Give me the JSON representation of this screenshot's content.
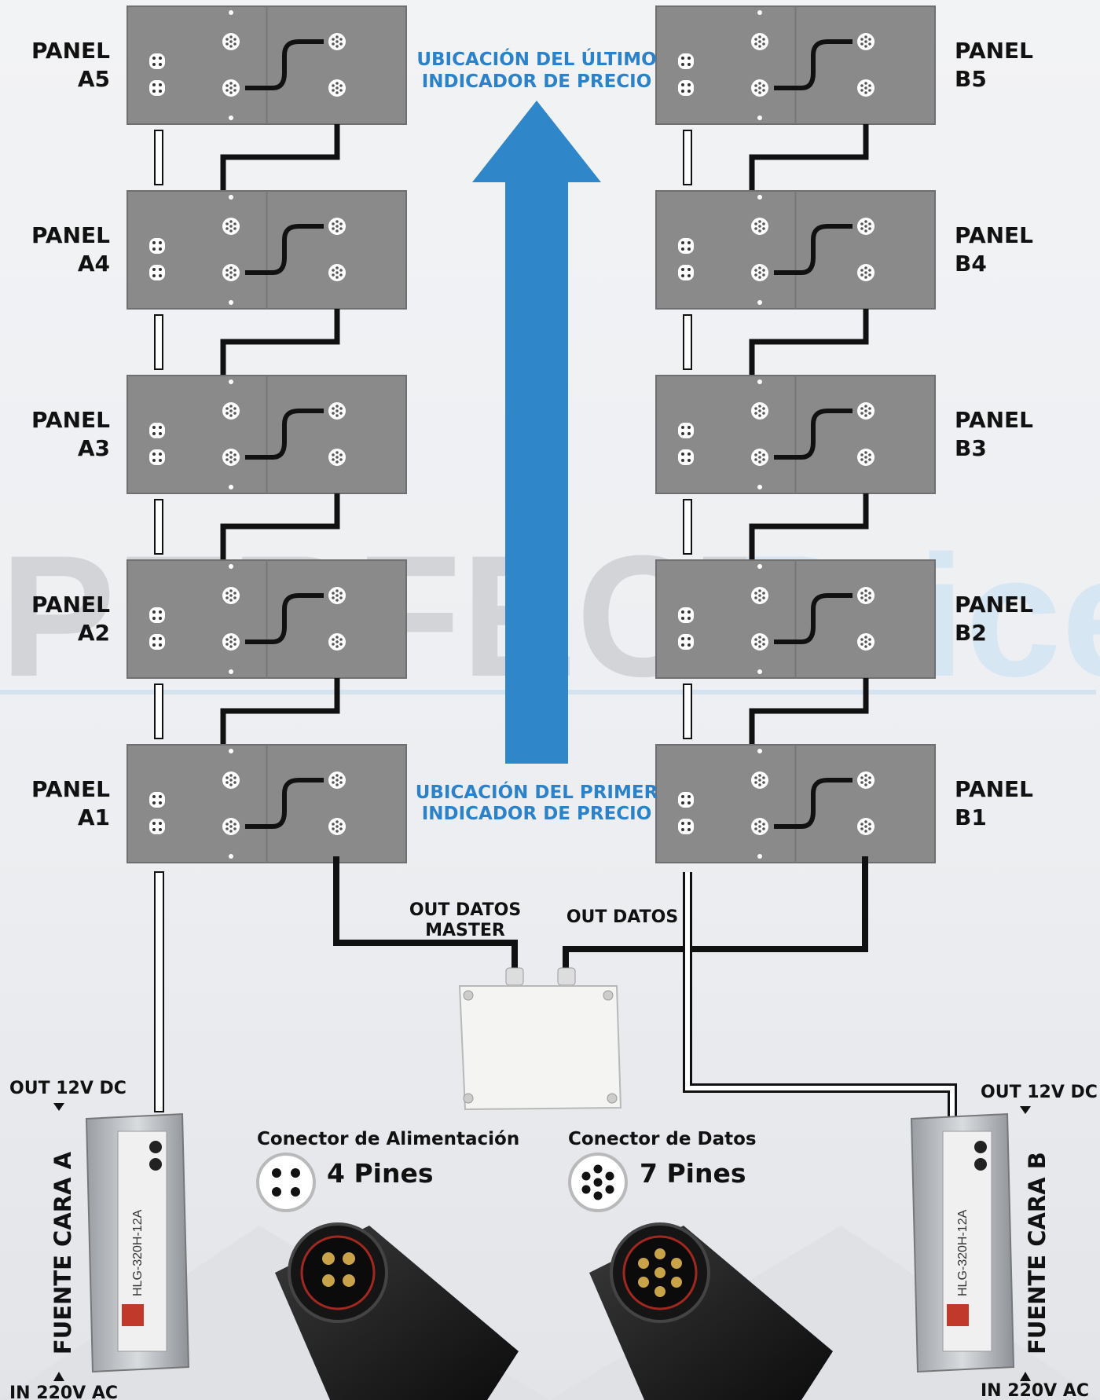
{
  "watermark": {
    "part1": "PERFECT",
    "part2": "Price"
  },
  "colors": {
    "arrow": "#2f86c8",
    "panel": "#8a8a8a",
    "cable": "#111111",
    "label": "#111111",
    "accent_text": "#2b82c9"
  },
  "arrow_labels": {
    "top_line1": "UBICACIÓN DEL ÚLTIMO",
    "top_line2": "INDICADOR DE PRECIO",
    "bottom_line1": "UBICACIÓN DEL PRIMER",
    "bottom_line2": "INDICADOR DE PRECIO"
  },
  "panels_a": [
    {
      "line1": "PANEL",
      "line2": "A5"
    },
    {
      "line1": "PANEL",
      "line2": "A4"
    },
    {
      "line1": "PANEL",
      "line2": "A3"
    },
    {
      "line1": "PANEL",
      "line2": "A2"
    },
    {
      "line1": "PANEL",
      "line2": "A1"
    }
  ],
  "panels_b": [
    {
      "line1": "PANEL",
      "line2": "B5"
    },
    {
      "line1": "PANEL",
      "line2": "B4"
    },
    {
      "line1": "PANEL",
      "line2": "B3"
    },
    {
      "line1": "PANEL",
      "line2": "B2"
    },
    {
      "line1": "PANEL",
      "line2": "B1"
    }
  ],
  "data_outputs": {
    "master_line1": "OUT DATOS",
    "master_line2": "MASTER",
    "out": "OUT DATOS"
  },
  "power_supplies": {
    "a": {
      "name": "FUENTE CARA A",
      "out": "OUT 12V DC",
      "in": "IN 220V AC",
      "model": "HLG-320H-12A"
    },
    "b": {
      "name": "FUENTE CARA B",
      "out": "OUT 12V DC",
      "in": "IN 220V AC",
      "model": "HLG-320H-12A"
    }
  },
  "connectors": {
    "power": {
      "title": "Conector de Alimentación",
      "pins": "4 Pines"
    },
    "data": {
      "title": "Conector de Datos",
      "pins": "7 Pines"
    }
  },
  "icons": [
    "power-connector-icon",
    "data-connector-icon",
    "junction-box-icon",
    "arrow-up-icon"
  ]
}
